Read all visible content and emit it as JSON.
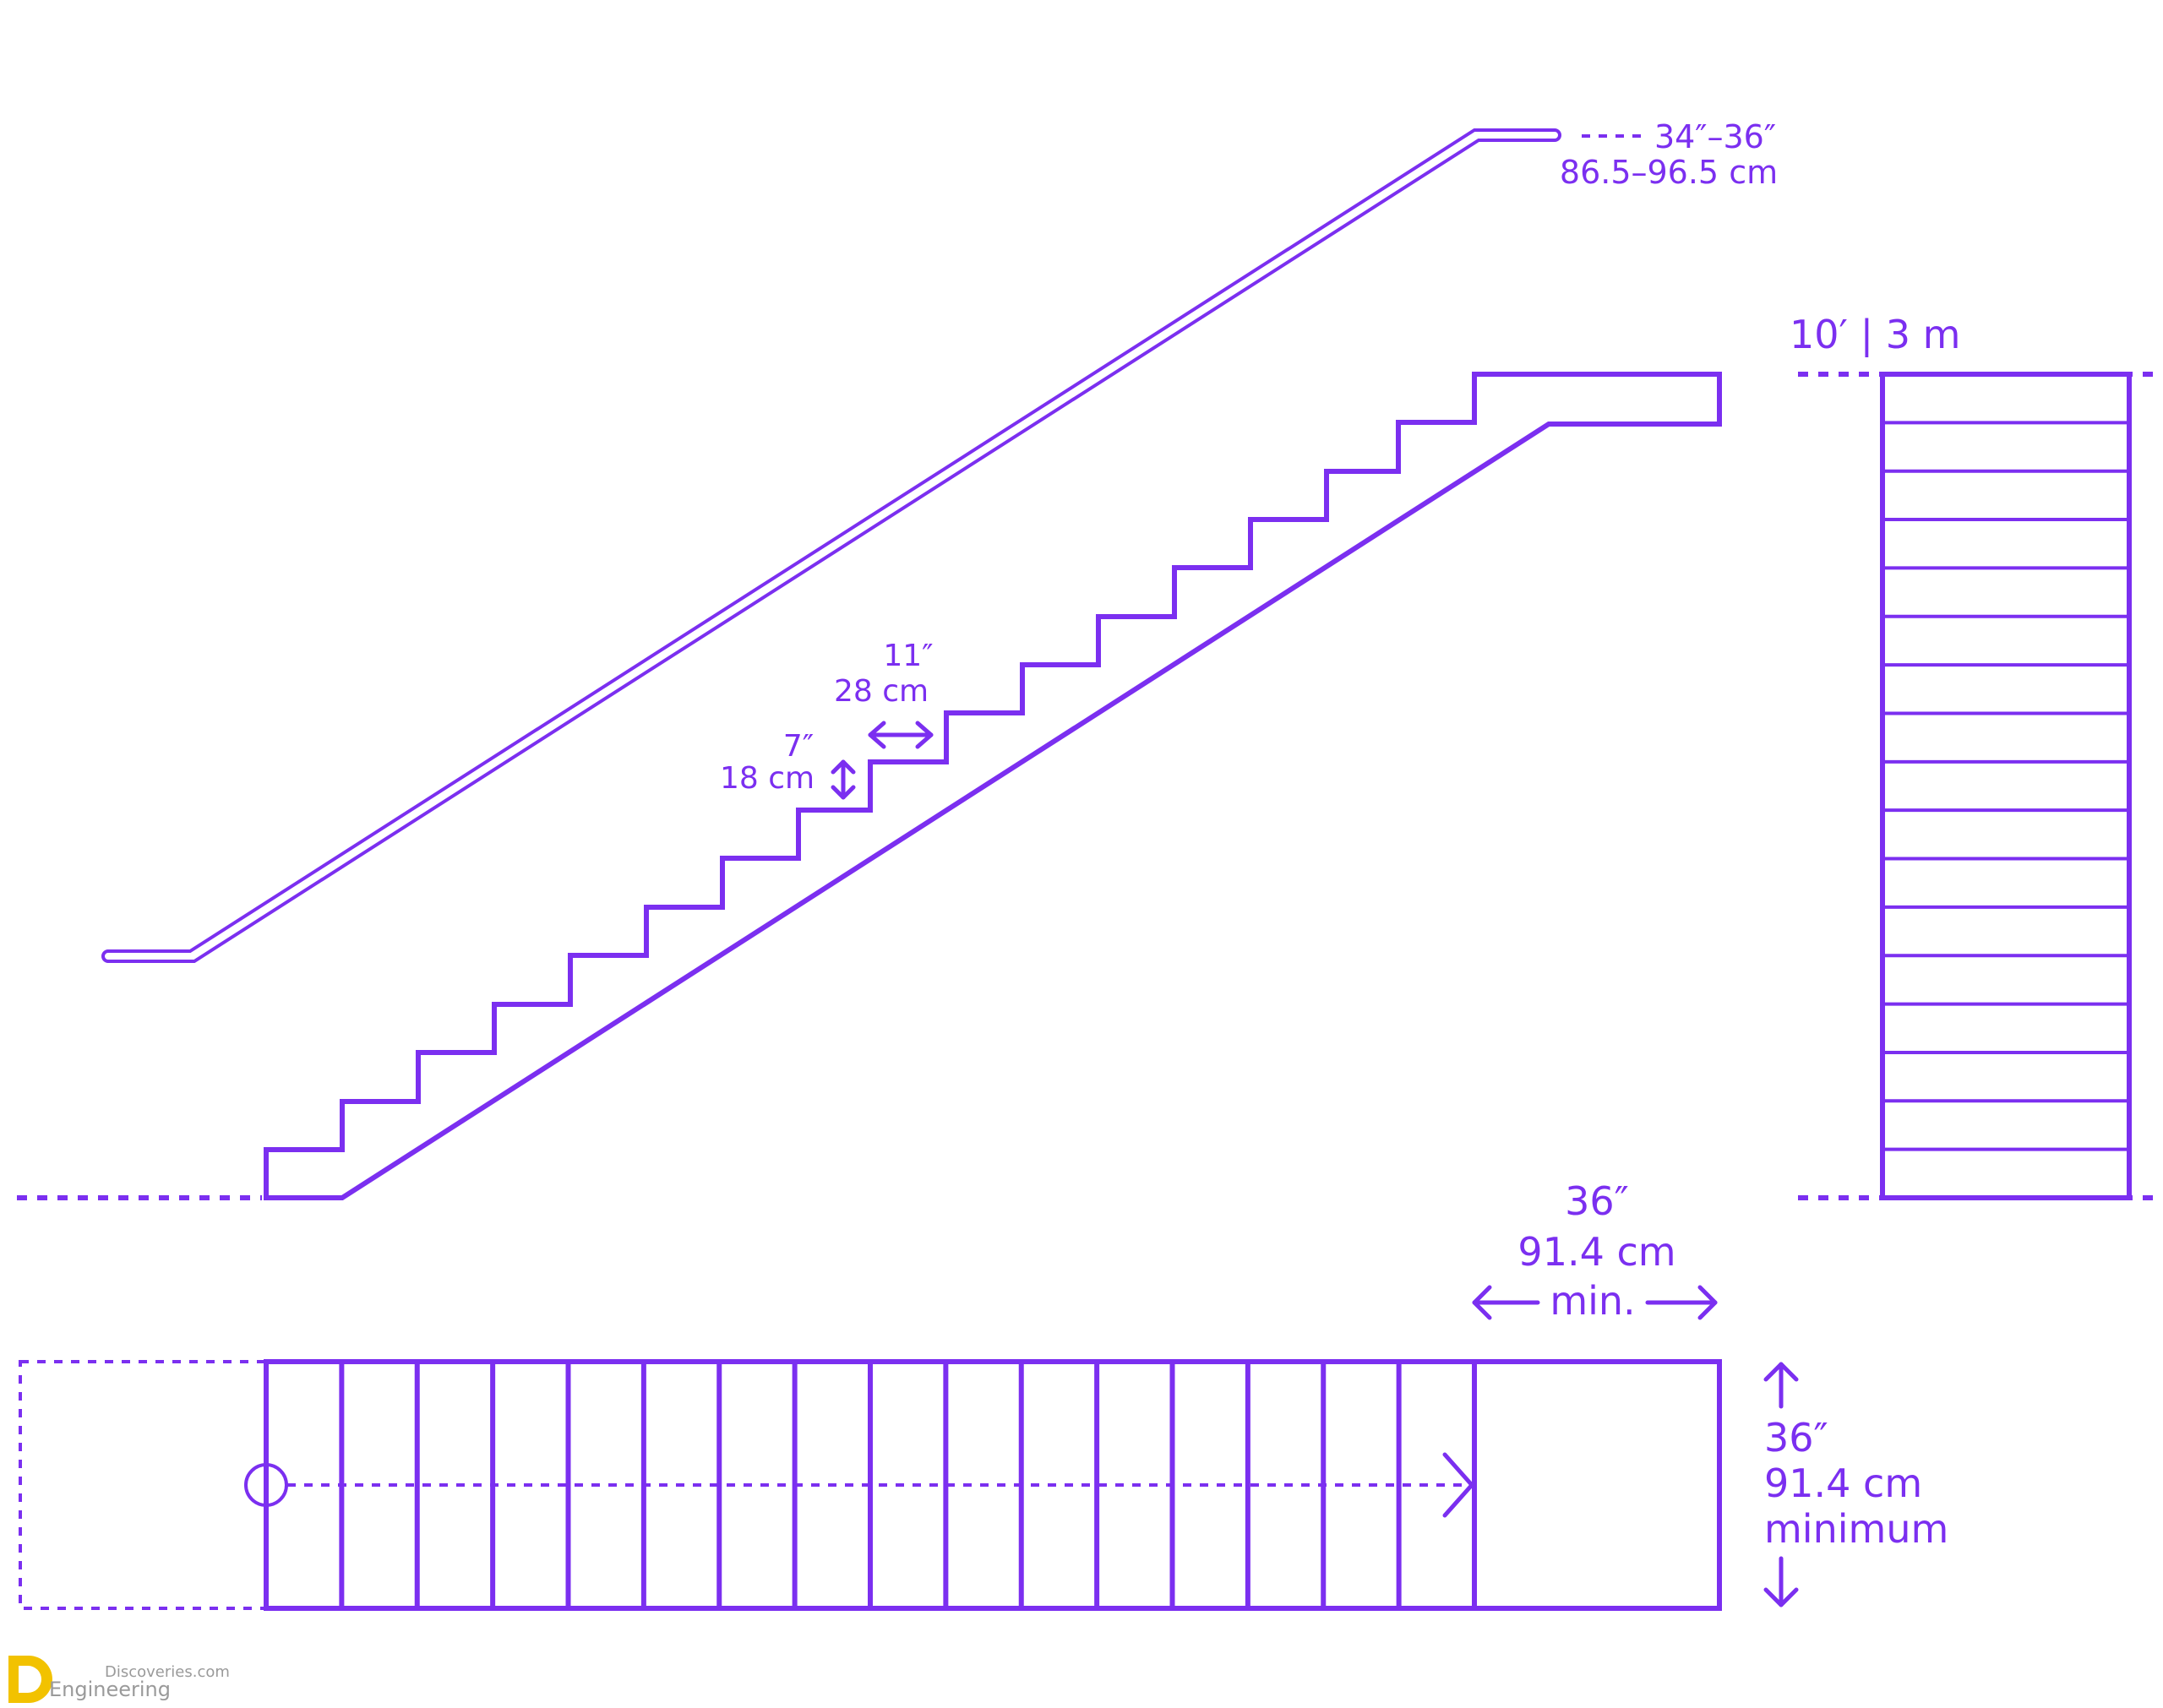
{
  "labels": {
    "handrail_height_in": "34″–36″",
    "handrail_height_cm": "86.5–96.5 cm",
    "total_rise": "10′ | 3 m",
    "tread_in": "11″",
    "tread_cm": "28 cm",
    "riser_in": "7″",
    "riser_cm": "18 cm",
    "landing_in": "36″",
    "landing_cm": "91.4 cm",
    "landing_min": "min.",
    "width_in": "36″",
    "width_cm": "91.4 cm",
    "width_min": "minimum"
  },
  "watermark": {
    "line1": "Discoveries.com",
    "line2": "Engineering"
  },
  "colors": {
    "primary": "#7b2ff0",
    "logo": "#f2c200"
  },
  "plan_treads": 16,
  "elevation_risers": 17
}
